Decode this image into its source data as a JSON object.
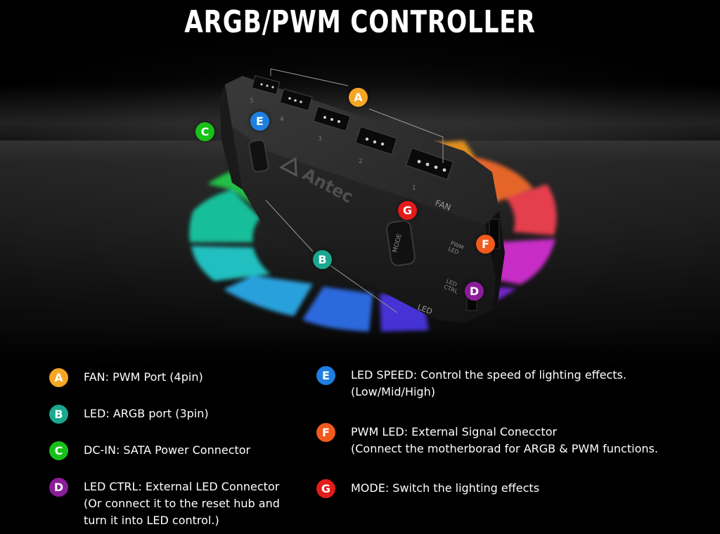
{
  "title": "ARGB/PWM CONTROLLER",
  "colors": {
    "A": "#f5a623",
    "B": "#1aa88f",
    "C": "#18c018",
    "D": "#8b1d9a",
    "E": "#1d7fe0",
    "F": "#f25a1d",
    "G": "#e21b1b"
  },
  "device": {
    "brand": "Antec",
    "port_numbers": [
      "5",
      "4",
      "3",
      "2",
      "1"
    ],
    "fan_label": "FAN",
    "led_label": "LED",
    "mode_label": "MODE",
    "pwm_led_label": "PWM\nLED",
    "led_ctrl_label": "LED\nCTRL"
  },
  "callouts": [
    {
      "letter": "A"
    },
    {
      "letter": "C"
    },
    {
      "letter": "E"
    },
    {
      "letter": "G"
    },
    {
      "letter": "F"
    },
    {
      "letter": "B"
    },
    {
      "letter": "D"
    }
  ],
  "legend": {
    "A": {
      "letter": "A",
      "lines": [
        "FAN: PWM Port (4pin)"
      ]
    },
    "B": {
      "letter": "B",
      "lines": [
        "LED: ARGB port (3pin)"
      ]
    },
    "C": {
      "letter": "C",
      "lines": [
        "DC-IN: SATA Power Connector"
      ]
    },
    "D": {
      "letter": "D",
      "lines": [
        "LED CTRL: External LED Connector",
        "(Or connect it to the reset hub and",
        "turn it into LED control.)"
      ]
    },
    "E": {
      "letter": "E",
      "lines": [
        "LED SPEED: Control the speed of lighting effects.",
        "(Low/Mid/High)"
      ]
    },
    "F": {
      "letter": "F",
      "lines": [
        "PWM LED: External Signal Conecctor",
        "(Connect the motherborad for ARGB & PWM functions."
      ]
    },
    "G": {
      "letter": "G",
      "lines": [
        "MODE: Switch the lighting effects"
      ]
    }
  }
}
